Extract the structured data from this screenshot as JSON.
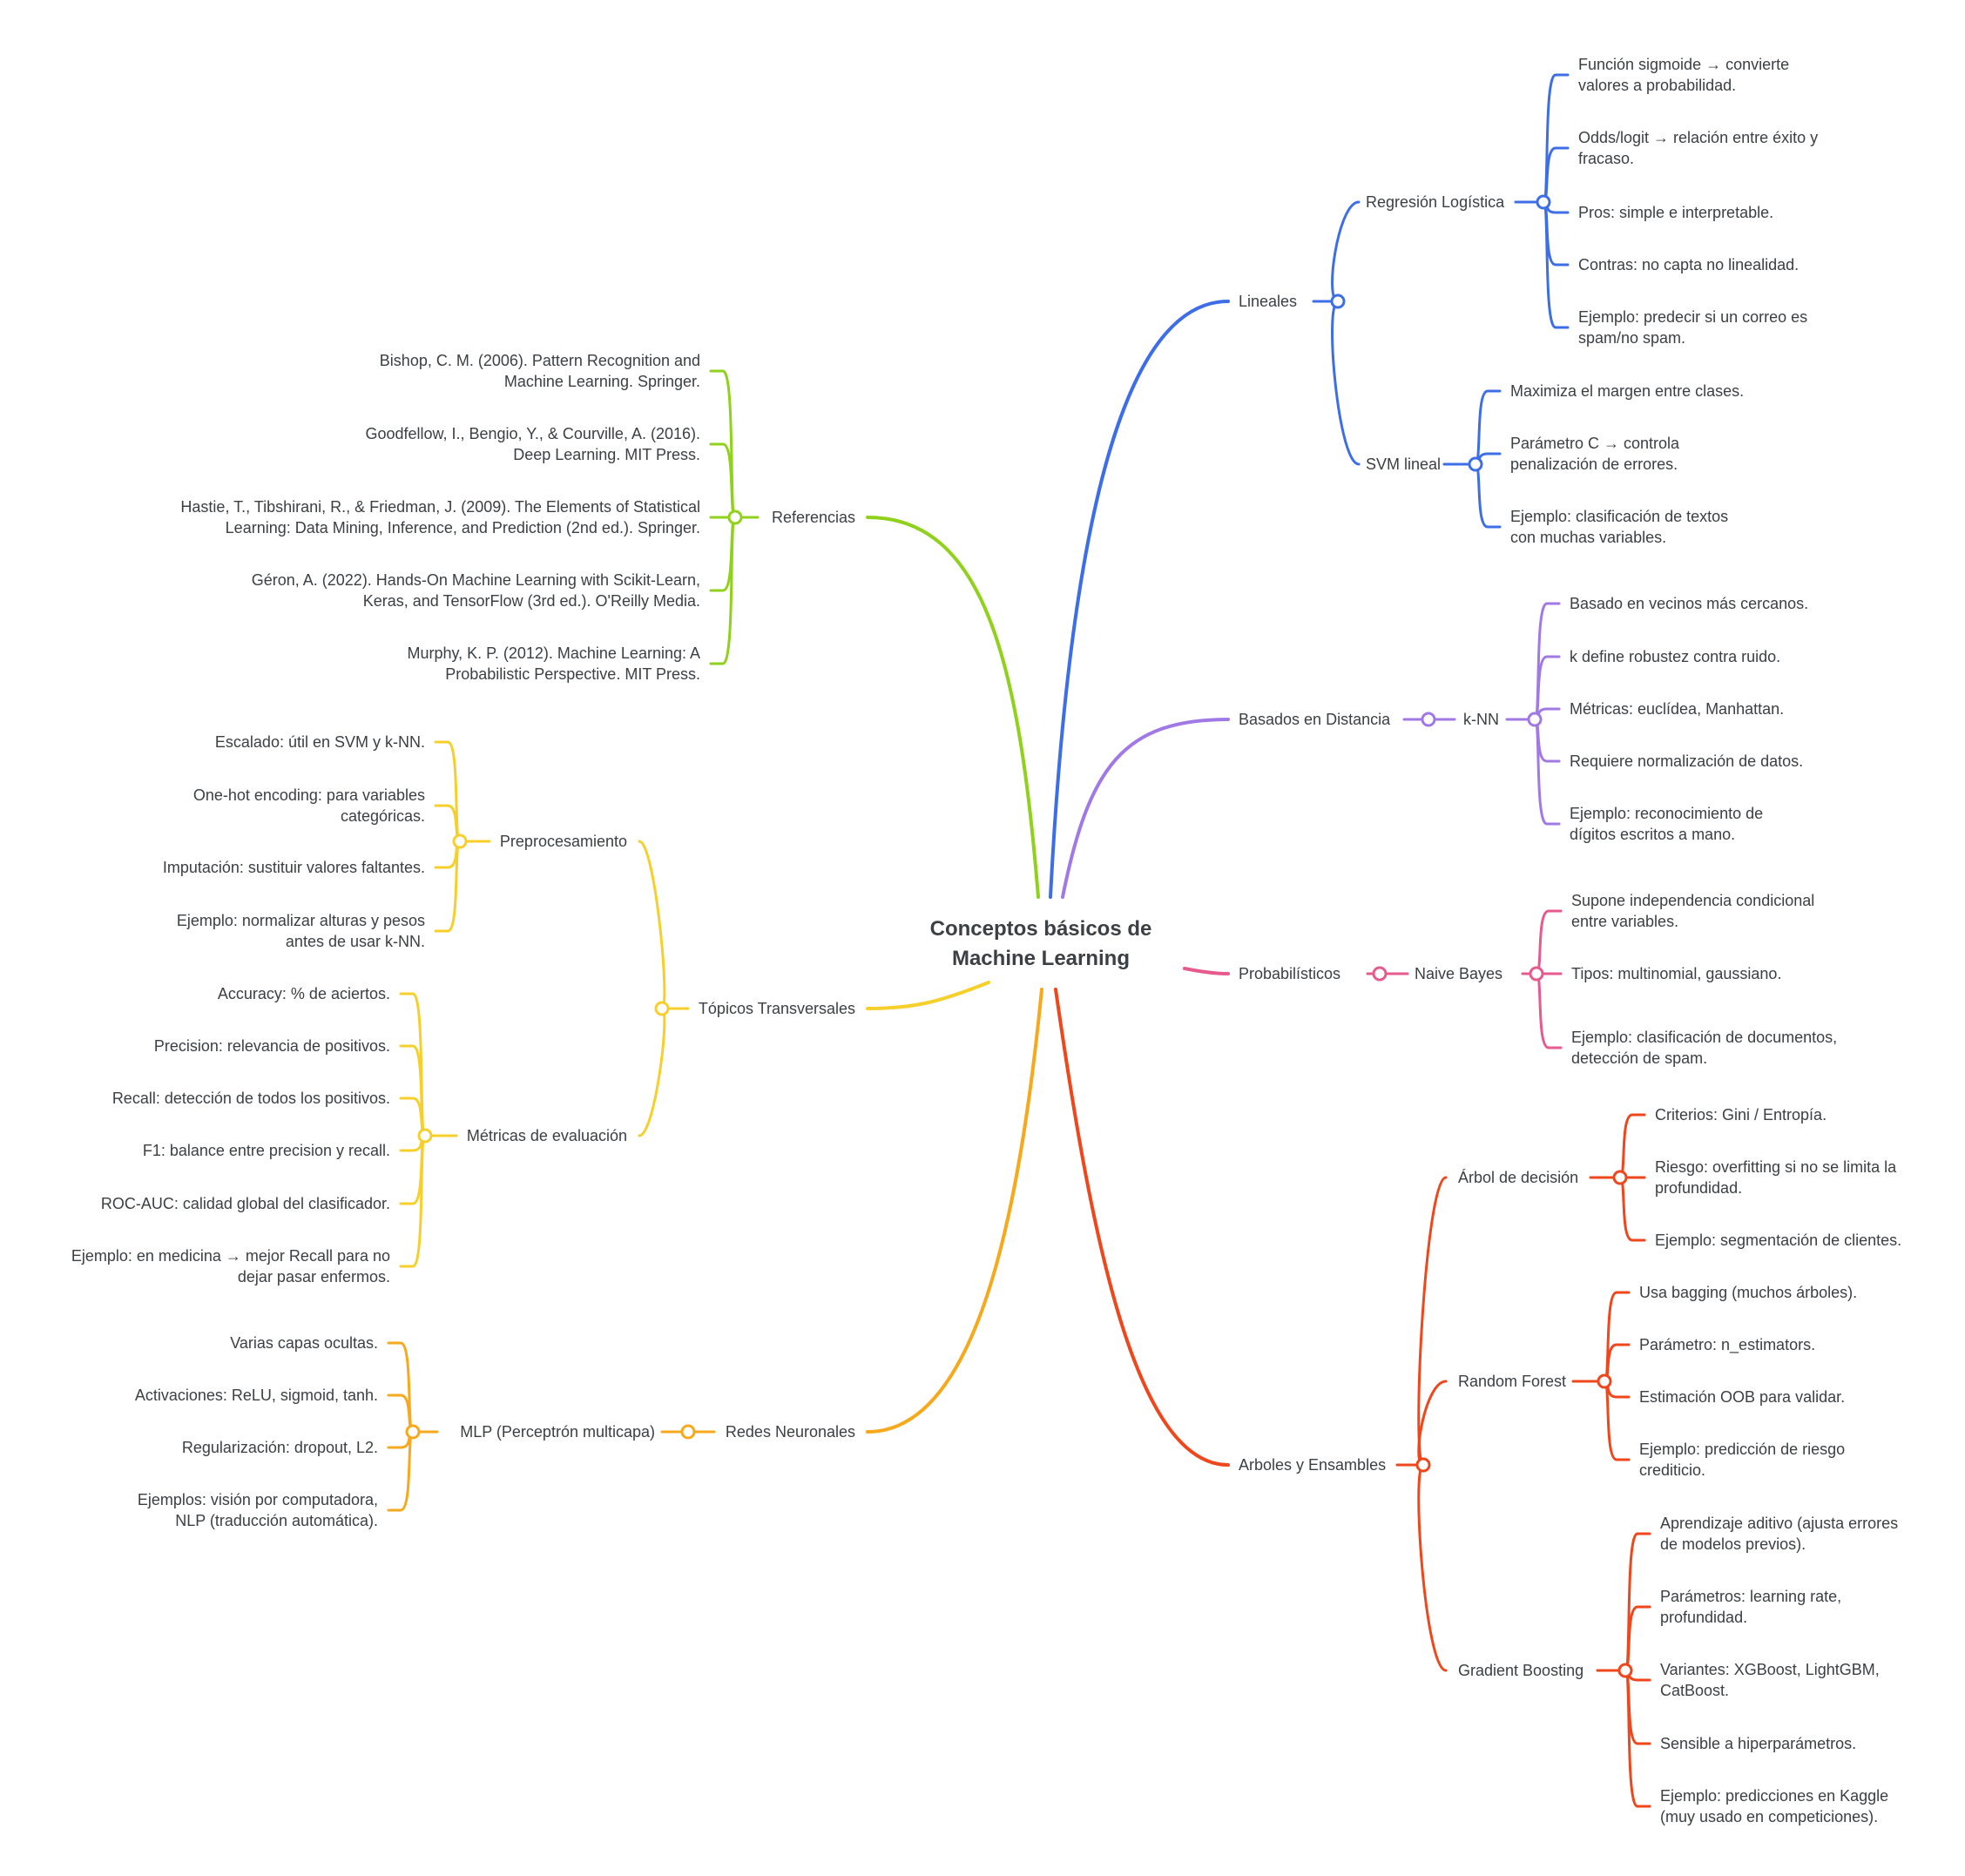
{
  "center": {
    "title": "Conceptos básicos de\nMachine Learning"
  },
  "colors": {
    "lineales": "#3d6ee8",
    "distancia": "#a079e6",
    "probabilisticos": "#e65a8d",
    "arboles": "#f0461c",
    "referencias": "#8fd11b",
    "topicos": "#f7cf2a",
    "redes": "#f6a91d"
  },
  "branches": {
    "lineales": {
      "label": "Lineales",
      "regresion": {
        "label": "Regresión Logística",
        "items": [
          "Función sigmoide → convierte\nvalores a probabilidad.",
          "Odds/logit → relación entre éxito y\nfracaso.",
          "Pros: simple e interpretable.",
          "Contras: no capta no linealidad.",
          "Ejemplo: predecir si un correo es\nspam/no spam."
        ]
      },
      "svm": {
        "label": "SVM lineal",
        "items": [
          "Maximiza el margen entre clases.",
          "Parámetro C → controla\npenalización de errores.",
          "Ejemplo: clasificación de textos\ncon muchas variables."
        ]
      }
    },
    "distancia": {
      "label": "Basados en Distancia",
      "knn": {
        "label": "k-NN",
        "items": [
          "Basado en vecinos más cercanos.",
          "k define robustez contra ruido.",
          "Métricas: euclídea, Manhattan.",
          "Requiere normalización de datos.",
          "Ejemplo: reconocimiento de\ndígitos escritos a mano."
        ]
      }
    },
    "probabilisticos": {
      "label": "Probabilísticos",
      "naive": {
        "label": "Naive Bayes",
        "items": [
          "Supone independencia condicional\nentre variables.",
          "Tipos: multinomial, gaussiano.",
          "Ejemplo: clasificación de documentos,\ndetección de spam."
        ]
      }
    },
    "arboles": {
      "label": "Arboles y Ensambles",
      "arbol": {
        "label": "Árbol de decisión",
        "items": [
          "Criterios: Gini / Entropía.",
          "Riesgo: overfitting si no se limita la\nprofundidad.",
          "Ejemplo: segmentación de clientes."
        ]
      },
      "rf": {
        "label": "Random Forest",
        "items": [
          "Usa bagging (muchos árboles).",
          "Parámetro: n_estimators.",
          "Estimación OOB para validar.",
          "Ejemplo: predicción de riesgo\ncrediticio."
        ]
      },
      "gb": {
        "label": "Gradient Boosting",
        "items": [
          "Aprendizaje aditivo (ajusta errores\nde modelos previos).",
          "Parámetros: learning rate,\nprofundidad.",
          "Variantes: XGBoost, LightGBM,\nCatBoost.",
          "Sensible a hiperparámetros.",
          "Ejemplo: predicciones en Kaggle\n(muy usado en competiciones)."
        ]
      }
    },
    "referencias": {
      "label": "Referencias",
      "items": [
        "Bishop, C. M. (2006). Pattern Recognition and\nMachine Learning. Springer.",
        "Goodfellow, I., Bengio, Y., & Courville, A. (2016).\nDeep Learning. MIT Press.",
        "Hastie, T., Tibshirani, R., & Friedman, J. (2009). The Elements of Statistical\nLearning: Data Mining, Inference, and Prediction (2nd ed.). Springer.",
        "Géron, A. (2022). Hands-On Machine Learning with Scikit-Learn,\nKeras, and TensorFlow (3rd ed.). O'Reilly Media.",
        "Murphy, K. P. (2012). Machine Learning: A\nProbabilistic Perspective. MIT Press."
      ]
    },
    "topicos": {
      "label": "Tópicos Transversales",
      "prepro": {
        "label": "Preprocesamiento",
        "items": [
          "Escalado: útil en SVM y k-NN.",
          "One-hot encoding: para variables\ncategóricas.",
          "Imputación: sustituir valores faltantes.",
          "Ejemplo: normalizar alturas y pesos\nantes de usar k-NN."
        ]
      },
      "metricas": {
        "label": "Métricas de evaluación",
        "items": [
          "Accuracy: % de aciertos.",
          "Precision: relevancia de positivos.",
          "Recall: detección de todos los positivos.",
          "F1: balance entre precision y recall.",
          "ROC-AUC: calidad global del clasificador.",
          "Ejemplo: en medicina → mejor Recall para no\ndejar pasar enfermos."
        ]
      }
    },
    "redes": {
      "label": "Redes Neuronales",
      "mlp": {
        "label": "MLP (Perceptrón multicapa)",
        "items": [
          "Varias capas ocultas.",
          "Activaciones: ReLU, sigmoid, tanh.",
          "Regularización: dropout, L2.",
          "Ejemplos: visión por computadora,\nNLP (traducción automática)."
        ]
      }
    }
  }
}
